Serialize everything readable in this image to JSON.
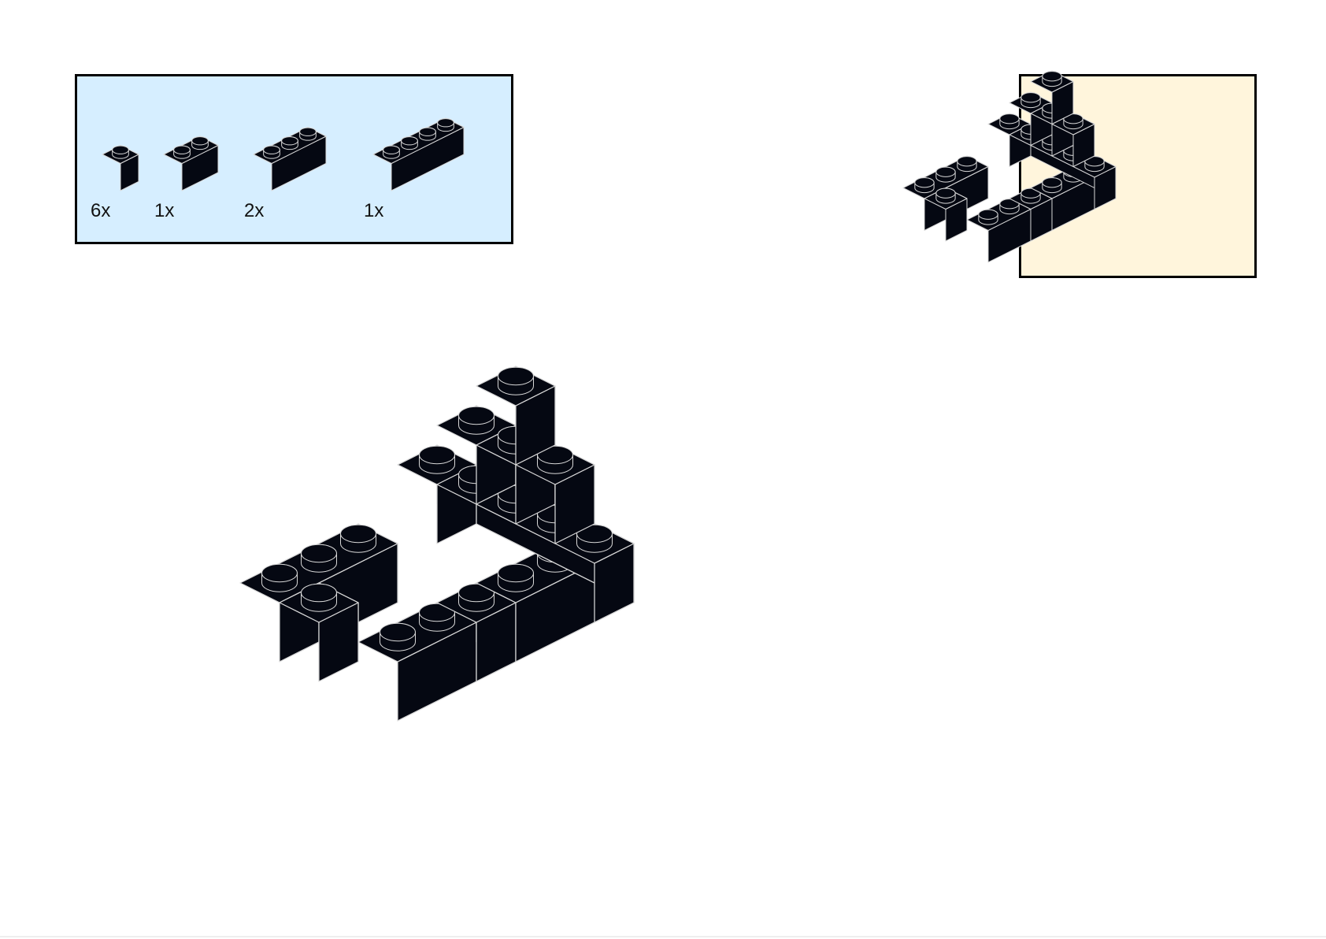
{
  "colors": {
    "parts_panel_bg": "#d6eeff",
    "preview_panel_bg": "#fff5dc",
    "brick": "#050812",
    "edge": "#d8d8d8"
  },
  "parts_list": [
    {
      "length": 1,
      "quantity_label": "6x"
    },
    {
      "length": 2,
      "quantity_label": "1x"
    },
    {
      "length": 3,
      "quantity_label": "2x"
    },
    {
      "length": 4,
      "quantity_label": "1x"
    }
  ],
  "model": {
    "bricks": [
      {
        "id": "left-wall-back-3",
        "length": 3,
        "direction": "x",
        "pos": [
          1,
          6,
          0
        ]
      },
      {
        "id": "left-wall-corner",
        "length": 1,
        "direction": "x",
        "pos": [
          1,
          5,
          0
        ]
      },
      {
        "id": "front-left-2",
        "length": 2,
        "direction": "x",
        "pos": [
          1,
          3,
          0
        ]
      },
      {
        "id": "front-mid-1",
        "length": 1,
        "direction": "x",
        "pos": [
          3,
          3,
          0
        ]
      },
      {
        "id": "front-right-3",
        "length": 3,
        "direction": "x",
        "pos": [
          4,
          3,
          0
        ]
      },
      {
        "id": "right-wall-4",
        "length": 4,
        "direction": "y",
        "pos": [
          6,
          3,
          0
        ]
      },
      {
        "id": "right-wall-back-1",
        "length": 1,
        "direction": "x",
        "pos": [
          6,
          7,
          0
        ]
      },
      {
        "id": "right-upper-a",
        "length": 1,
        "direction": "x",
        "pos": [
          6,
          6,
          1
        ]
      },
      {
        "id": "right-upper-b",
        "length": 1,
        "direction": "x",
        "pos": [
          6,
          5,
          1
        ]
      },
      {
        "id": "right-upper-c",
        "length": 1,
        "direction": "x",
        "pos": [
          6,
          4,
          1
        ]
      },
      {
        "id": "right-top",
        "length": 1,
        "direction": "x",
        "pos": [
          6,
          5,
          2
        ]
      }
    ]
  }
}
